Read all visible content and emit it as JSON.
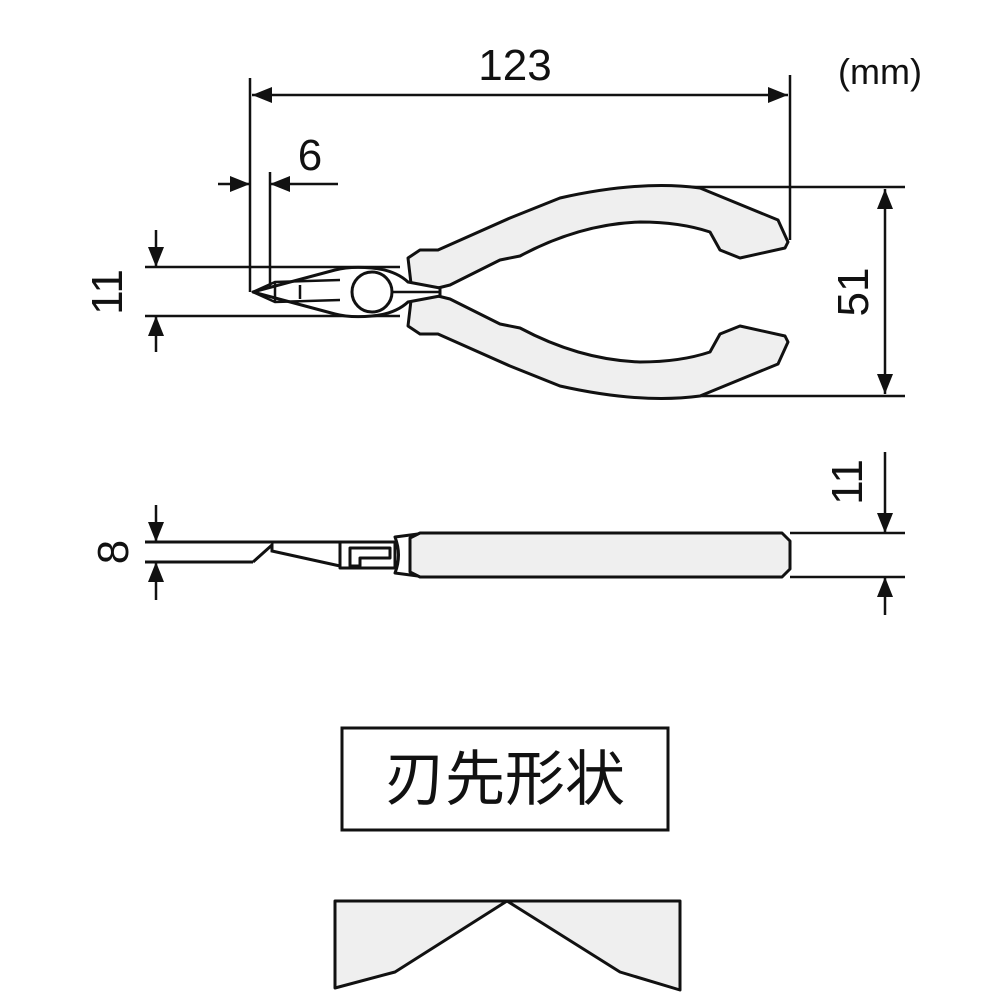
{
  "unit": "(mm)",
  "dimensions": {
    "overall_length": "123",
    "tip_length": "6",
    "head_width": "11",
    "handle_span": "51",
    "jaw_thickness": "8",
    "handle_thickness": "11"
  },
  "section_label": "刃先形状",
  "colors": {
    "line": "#111111",
    "grip_fill": "#efefef"
  }
}
